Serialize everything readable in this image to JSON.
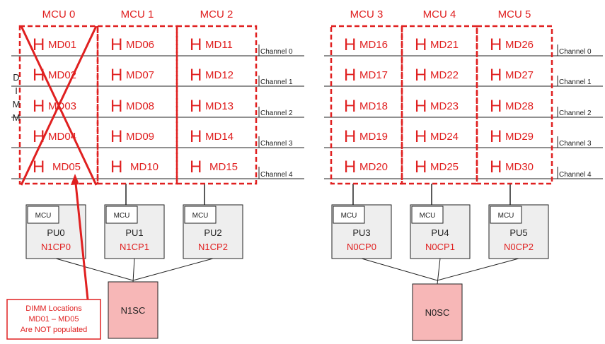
{
  "colors": {
    "accent_red": "#e02020",
    "line": "#222222",
    "pu_fill": "#eeeeee",
    "sc_fill": "#f7b7b7"
  },
  "mcu_groups": [
    {
      "label": "MCU 0",
      "modules": [
        "MD01",
        "MD02",
        "MD03",
        "MD04",
        "MD05"
      ],
      "crossed_out": true
    },
    {
      "label": "MCU 1",
      "modules": [
        "MD06",
        "MD07",
        "MD08",
        "MD09",
        "MD10"
      ],
      "crossed_out": false
    },
    {
      "label": "MCU 2",
      "modules": [
        "MD11",
        "MD12",
        "MD13",
        "MD14",
        "MD15"
      ],
      "crossed_out": false
    },
    {
      "label": "MCU 3",
      "modules": [
        "MD16",
        "MD17",
        "MD18",
        "MD19",
        "MD20"
      ],
      "crossed_out": false
    },
    {
      "label": "MCU 4",
      "modules": [
        "MD21",
        "MD22",
        "MD23",
        "MD24",
        "MD25"
      ],
      "crossed_out": false
    },
    {
      "label": "MCU 5",
      "modules": [
        "MD26",
        "MD27",
        "MD28",
        "MD29",
        "MD30"
      ],
      "crossed_out": false
    }
  ],
  "module_glyph": "H",
  "channels": [
    "Channel 0",
    "Channel 1",
    "Channel 2",
    "Channel 3",
    "Channel 4"
  ],
  "dimm_vertical_label": [
    "D",
    "I",
    "M",
    "M"
  ],
  "processing_units": [
    {
      "name": "PU0",
      "code": "N1CP0",
      "mcu_label": "MCU"
    },
    {
      "name": "PU1",
      "code": "N1CP1",
      "mcu_label": "MCU"
    },
    {
      "name": "PU2",
      "code": "N1CP2",
      "mcu_label": "MCU"
    },
    {
      "name": "PU3",
      "code": "N0CP0",
      "mcu_label": "MCU"
    },
    {
      "name": "PU4",
      "code": "N0CP1",
      "mcu_label": "MCU"
    },
    {
      "name": "PU5",
      "code": "N0CP2",
      "mcu_label": "MCU"
    }
  ],
  "system_controllers": [
    {
      "label": "N1SC"
    },
    {
      "label": "N0SC"
    }
  ],
  "note": {
    "lines": [
      "DIMM Locations",
      "MD01 – MD05",
      "Are NOT populated"
    ]
  }
}
